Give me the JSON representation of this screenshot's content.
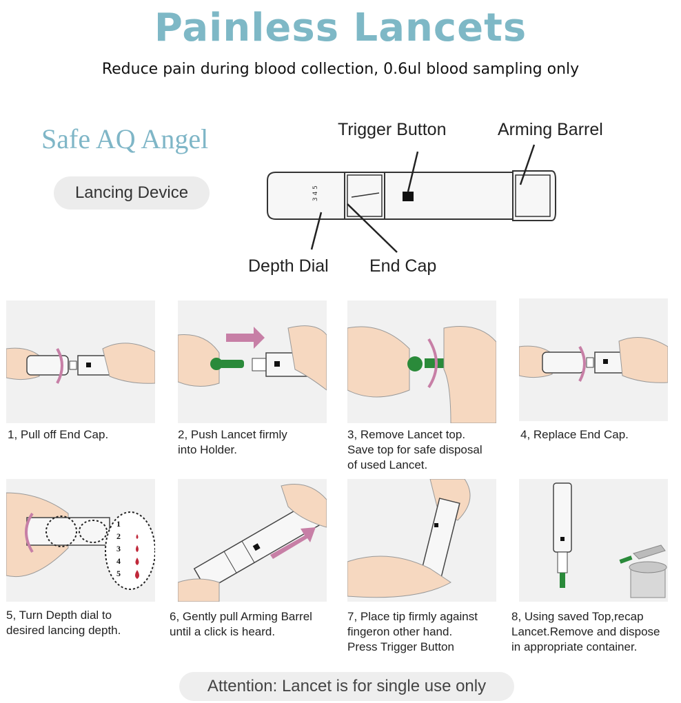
{
  "header": {
    "title": "Painless Lancets",
    "subtitle": "Reduce pain during blood collection, 0.6ul blood sampling only"
  },
  "brand": "Safe AQ Angel",
  "device_label": "Lancing Device",
  "diagram_labels": {
    "trigger": "Trigger Button",
    "arming": "Arming Barrel",
    "depth": "Depth Dial",
    "endcap": "End Cap",
    "dial_numbers": "3 4 5"
  },
  "steps": [
    {
      "caption": "1, Pull off End Cap."
    },
    {
      "caption": "2, Push Lancet firmly\ninto Holder."
    },
    {
      "caption": "3, Remove Lancet top.\nSave top for safe disposal\nof used Lancet."
    },
    {
      "caption": "4, Replace End Cap."
    },
    {
      "caption": "5, Turn Depth dial to\ndesired lancing depth."
    },
    {
      "caption": "6, Gently pull Arming Barrel\nuntil a click is heard."
    },
    {
      "caption": "7, Place tip firmly against\nfingeron other hand.\nPress Trigger Button"
    },
    {
      "caption": "8, Using saved Top,recap\nLancet.Remove and dispose\nin appropriate container."
    }
  ],
  "depth_levels": [
    "1",
    "2",
    "3",
    "4",
    "5"
  ],
  "attention": "Attention: Lancet is for single use only",
  "colors": {
    "title": "#7eb8c6",
    "arrow": "#c77fa6",
    "lancet": "#2a8a3a",
    "skin": "#f6d8c0",
    "blood": "#c0283a"
  }
}
